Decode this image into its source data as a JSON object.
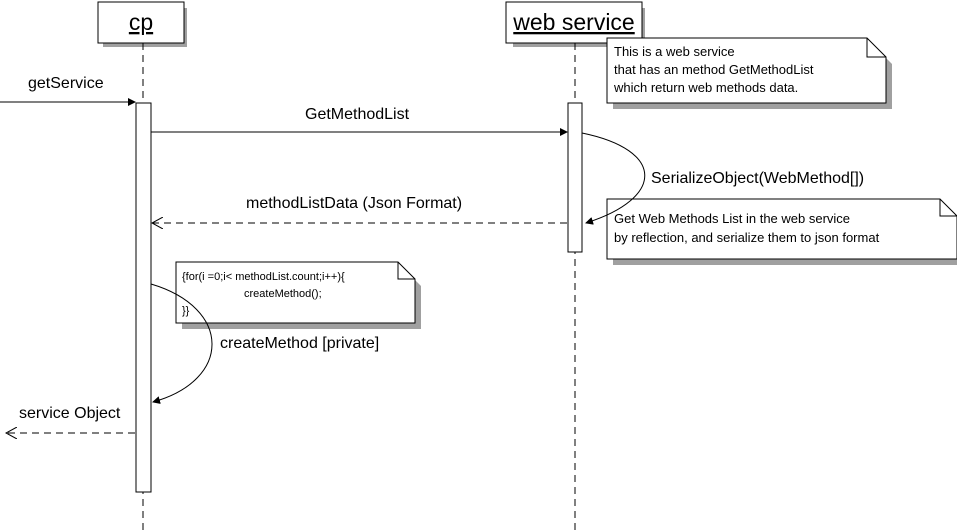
{
  "participants": {
    "cp": {
      "name": "cp"
    },
    "web_service": {
      "name": "web service"
    }
  },
  "messages": {
    "get_service": "getService",
    "get_method_list": "GetMethodList",
    "serialize_object": "SerializeObject(WebMethod[])",
    "method_list_data": "methodListData (Json Format)",
    "create_method": "createMethod [private]",
    "service_object": "service Object"
  },
  "notes": {
    "web_service_note": {
      "lines": [
        "This is a web service",
        "that has an method GetMethodList",
        "which return web methods data."
      ]
    },
    "serialize_note": {
      "lines": [
        "Get Web Methods List in the web service",
        "by reflection, and serialize them to json format"
      ]
    },
    "code_note": {
      "lines": [
        "{for(i =0;i< methodList.count;i++){",
        "createMethod();",
        "}}"
      ]
    }
  },
  "colors": {
    "stroke": "#000000",
    "background": "#ffffff",
    "note_shadow": "#a0a0a0"
  }
}
